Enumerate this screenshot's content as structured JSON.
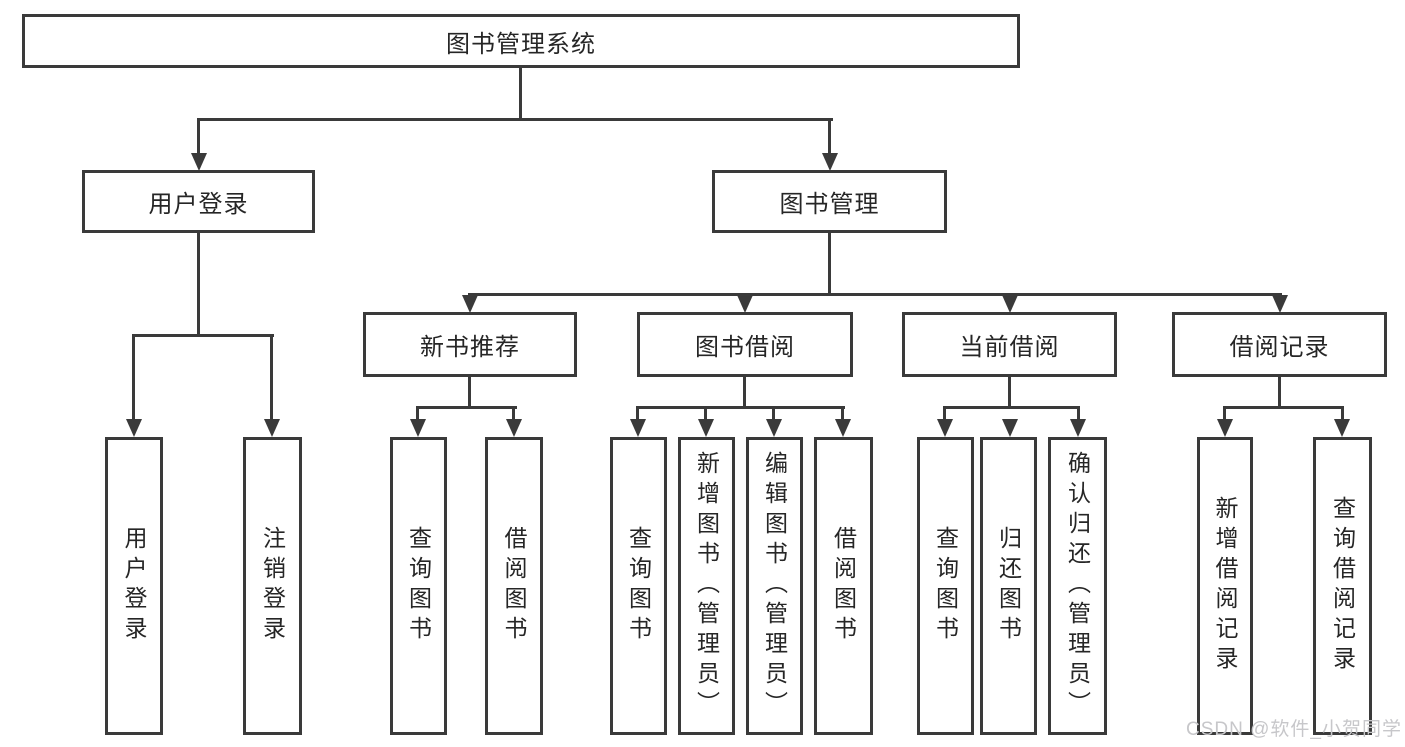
{
  "diagram": {
    "root": {
      "label": "图书管理系统"
    },
    "level2": [
      {
        "id": "user-login",
        "label": "用户登录",
        "leaves": [
          {
            "label": "用户登录"
          },
          {
            "label": "注销登录"
          }
        ]
      },
      {
        "id": "book-management",
        "label": "图书管理",
        "groups": [
          {
            "id": "new-book-recommendation",
            "label": "新书推荐",
            "leaves": [
              {
                "label": "查询图书"
              },
              {
                "label": "借阅图书"
              }
            ]
          },
          {
            "id": "book-borrowing",
            "label": "图书借阅",
            "leaves": [
              {
                "label": "查询图书"
              },
              {
                "label": "新增图书（管理员）"
              },
              {
                "label": "编辑图书（管理员）"
              },
              {
                "label": "借阅图书"
              }
            ]
          },
          {
            "id": "current-borrowing",
            "label": "当前借阅",
            "leaves": [
              {
                "label": "查询图书"
              },
              {
                "label": "归还图书"
              },
              {
                "label": "确认归还（管理员）"
              }
            ]
          },
          {
            "id": "borrowing-records",
            "label": "借阅记录",
            "leaves": [
              {
                "label": "新增借阅记录"
              },
              {
                "label": "查询借阅记录"
              }
            ]
          }
        ]
      }
    ]
  },
  "watermark": {
    "text": "CSDN @软件_小贺同学"
  },
  "colors": {
    "line": "#3a3a3a",
    "box_border": "#3a3a3a",
    "text": "#262626",
    "watermark": "#c7c7ca",
    "background": "#ffffff"
  }
}
